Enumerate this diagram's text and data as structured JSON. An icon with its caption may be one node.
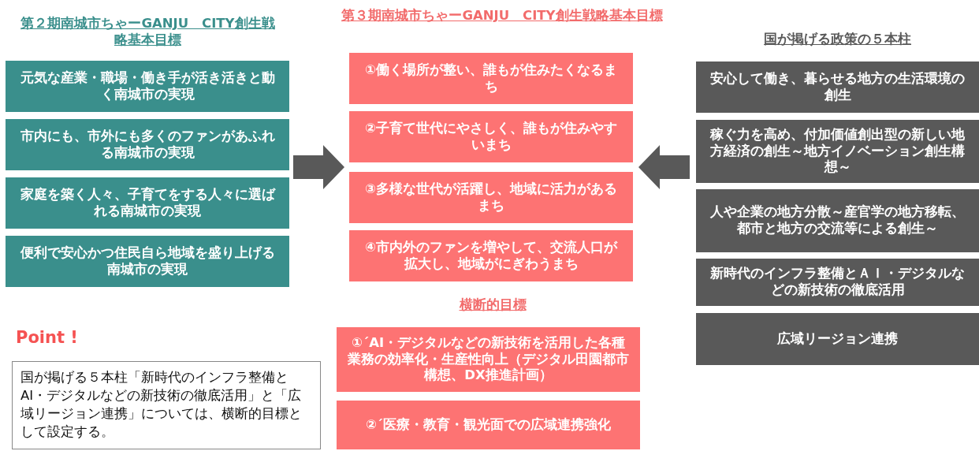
{
  "diagram": {
    "nodes": [
      {
        "text": [
          "元気な産業・職場・働き手が活き活きと動く南城市の実現"
        ]
      },
      {
        "text": [
          "市内にも、市外にも多くのファンがあふれる南城市の実現"
        ]
      },
      {
        "text": [
          "家庭を築く人々、子育てをする人々に選ばれる南城市の実現"
        ]
      },
      {
        "text": [
          "便利で安心かつ住民自ら地域を盛り上げる南城市の実現"
        ]
      },
      {
        "text": [
          "①働く場所が整い、誰もが住みたくなるまち"
        ]
      },
      {
        "text": [
          "②子育て世代にやさしく、誰もが住みやすいまち"
        ]
      },
      {
        "text": [
          "③多様な世代が活躍し、地域に活力があるまち"
        ]
      },
      {
        "text": [
          "④市内外のファンを増やして、交流人口が拡大し、地域がにぎわうまち"
        ]
      },
      {
        "text": [
          "①´AI・デジタルなどの新技術を活用した各種業務の効率化・生産性向上（デジタル田園都市構想、DX推進計画）"
        ]
      },
      {
        "text": [
          "②´医療・教育・観光面での広域連携強化"
        ]
      },
      {
        "text": [
          "安心して働き、暮らせる地方の生活環境の創生"
        ]
      },
      {
        "text": [
          "稼ぐ力を高め、付加価値創出型の新しい地方経済の創生～地方イノベーション創生構想～"
        ]
      },
      {
        "text": [
          "人や企業の地方分散～産官学の地方移転、都市と地方の交流等による創生～"
        ]
      },
      {
        "text": [
          "新時代のインフラ整備とＡＩ・デジタルなどの新技術の徹底活用"
        ]
      },
      {
        "text": [
          "広域リージョン連携"
        ]
      },
      {
        "text": [
          "国が掲げる５本柱「新時代のインフラ整備とAI・デジタルなどの新技術の徹底活用」と「広域リージョン連携」については、横断的目標として設定する。"
        ]
      }
    ],
    "edges": [
      {
        "from": 1,
        "to": 5,
        "arrow": "to"
      },
      {
        "from": 11,
        "to": 5,
        "arrow": "to"
      }
    ],
    "labels": [
      "第２期南城市ちゃーGANJU　CITY創生戦略基本目標",
      "第３期南城市ちゃーGANJU　CITY創生戦略基本目標",
      "国が掲げる政策の５本柱",
      "横断的目標",
      "Point !"
    ]
  }
}
